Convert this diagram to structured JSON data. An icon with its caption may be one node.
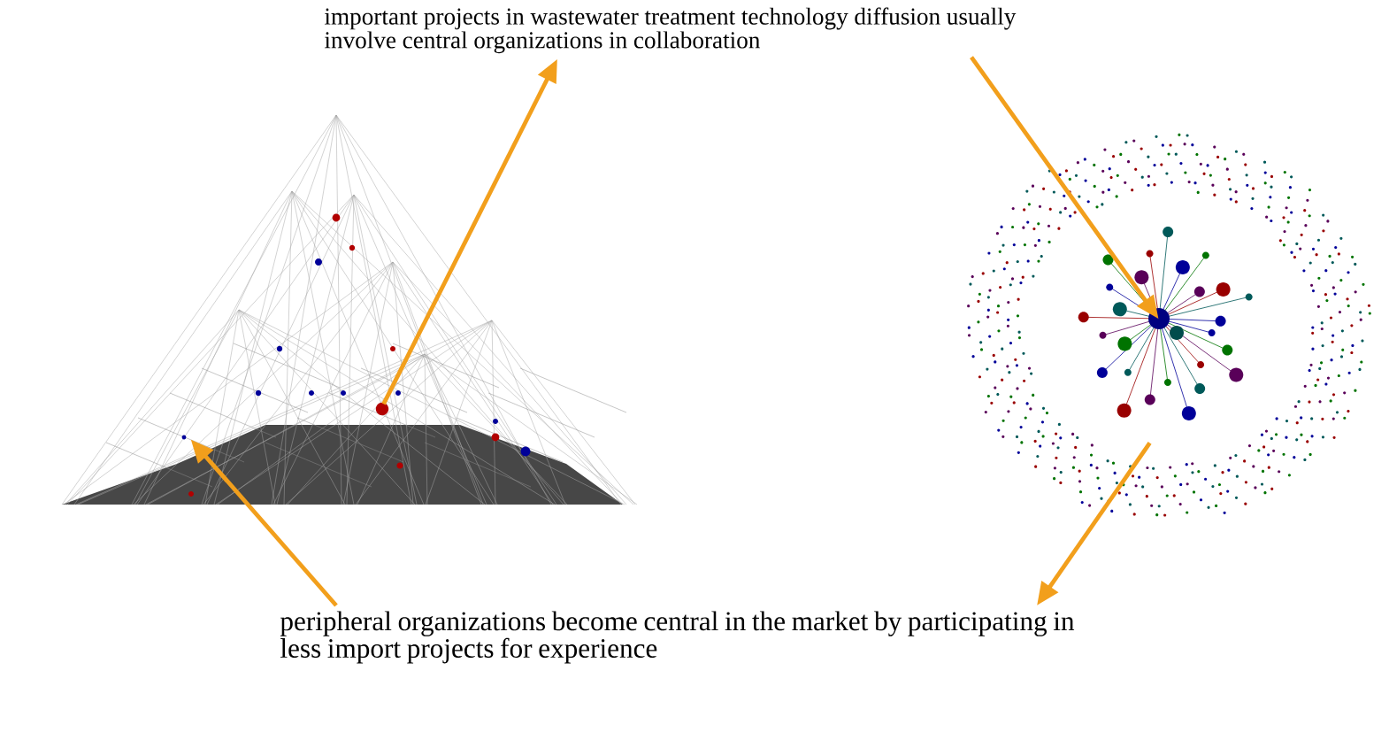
{
  "diagram": {
    "nodes": [
      {
        "text": [
          "important projects in wastewater treatment technology diffusion usually involve central organizations in collaboration"
        ]
      },
      {
        "text": [
          "peripheral organizations become central in the market by participating in less import projects for experience"
        ]
      },
      {
        "text": [],
        "shape": "picture"
      },
      {
        "text": [],
        "shape": "picture"
      }
    ],
    "edges": [
      {
        "from": 2,
        "to": 0,
        "arrow": "to"
      },
      {
        "from": 0,
        "to": 3,
        "arrow": "to"
      },
      {
        "from": 1,
        "to": 2,
        "arrow": "to"
      },
      {
        "from": 3,
        "to": 1,
        "arrow": "to"
      }
    ]
  }
}
